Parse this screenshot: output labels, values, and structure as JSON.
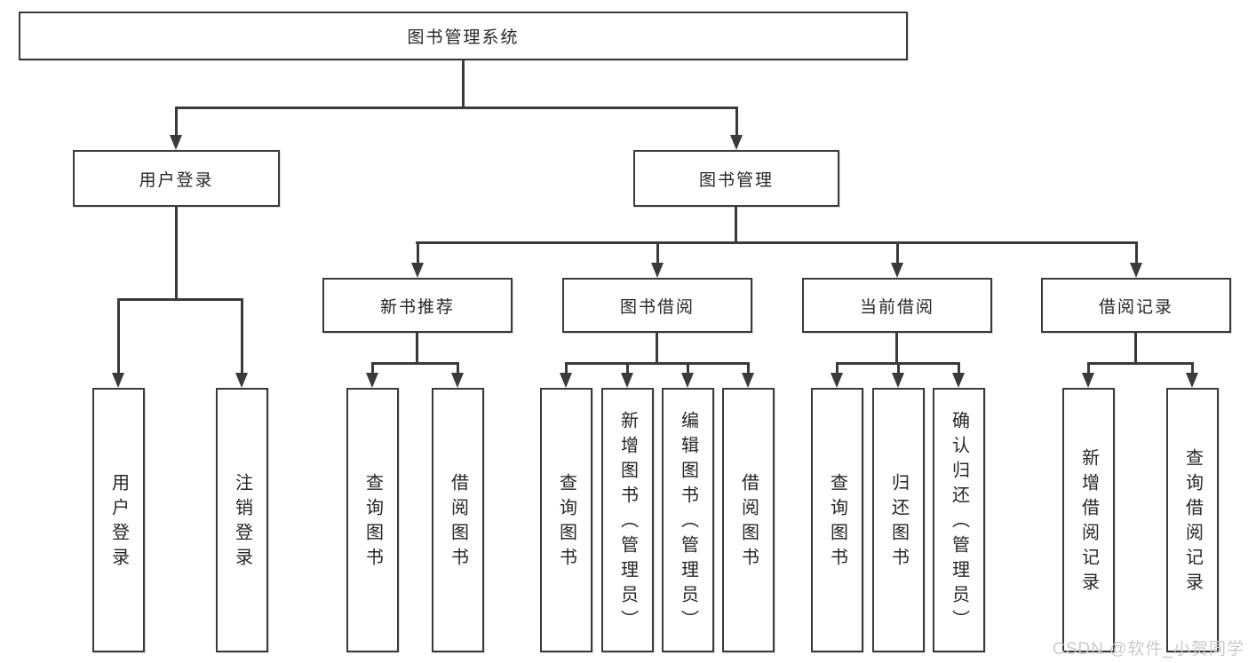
{
  "diagram": {
    "root": {
      "label": "图书管理系统",
      "children": [
        {
          "label": "用户登录",
          "children": [
            {
              "label": "用户登录"
            },
            {
              "label": "注销登录"
            }
          ]
        },
        {
          "label": "图书管理",
          "children": [
            {
              "label": "新书推荐",
              "children": [
                {
                  "label": "查询图书"
                },
                {
                  "label": "借阅图书"
                }
              ]
            },
            {
              "label": "图书借阅",
              "children": [
                {
                  "label": "查询图书"
                },
                {
                  "label": "新增图书（管理员）"
                },
                {
                  "label": "编辑图书（管理员）"
                },
                {
                  "label": "借阅图书"
                }
              ]
            },
            {
              "label": "当前借阅",
              "children": [
                {
                  "label": "查询图书"
                },
                {
                  "label": "归还图书"
                },
                {
                  "label": "确认归还（管理员）"
                }
              ]
            },
            {
              "label": "借阅记录",
              "children": [
                {
                  "label": "新增借阅记录"
                },
                {
                  "label": "查询借阅记录"
                }
              ]
            }
          ]
        }
      ]
    },
    "colors": {
      "line": "#3a3a3a",
      "box_border": "#3a3a3a",
      "text": "#262626",
      "background": "#ffffff"
    }
  },
  "watermark": {
    "text": "CSDN @软件_小贺同学",
    "color": "#c9cacd"
  }
}
